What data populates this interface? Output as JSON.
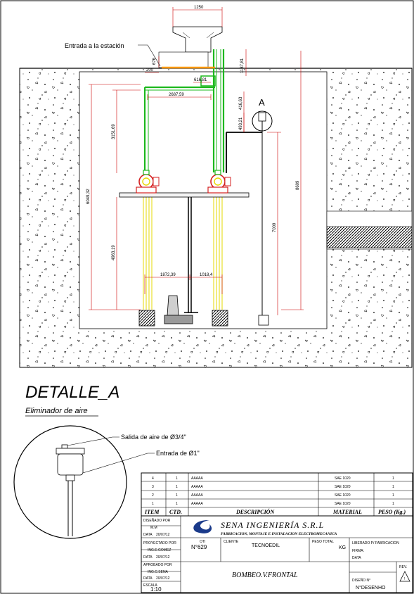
{
  "drawing": {
    "inlet_label": "Entrada a  la estación",
    "detail_marker": "A",
    "dimensions": {
      "top_width": "1250",
      "d_676": "676",
      "d_200": "200",
      "d_1137": "1137,81",
      "d_616": "616,81",
      "d_2687": "2687,59",
      "d_416": "416,63",
      "d_493": "493,21",
      "d_3151": "3151,69",
      "d_6049": "6049,32",
      "d_8609": "8609",
      "d_7009": "7009",
      "d_4963": "4963,19",
      "d_1872": "1872,39",
      "d_1018": "1018,4"
    }
  },
  "detail": {
    "title": "DETALLE_A",
    "subtitle": "Eliminador de aire",
    "outlet_label": "Salida de aire de Ø3/4\"",
    "inlet_label": "Entrada de Ø1\""
  },
  "bom": {
    "headers": {
      "item": "ITEM",
      "qty": "CTD.",
      "desc": "DESCRIPCIÓN",
      "material": "MATERIAL",
      "weight": "PESO (Kg.)"
    },
    "rows": [
      {
        "item": "4",
        "qty": "1",
        "desc": "AAAAA",
        "material": "SAE 1020",
        "weight": "1"
      },
      {
        "item": "3",
        "qty": "1",
        "desc": "AAAAA",
        "material": "SAE 1020",
        "weight": "1"
      },
      {
        "item": "2",
        "qty": "1",
        "desc": "AAAAA",
        "material": "SAE 1020",
        "weight": "1"
      },
      {
        "item": "1",
        "qty": "1",
        "desc": "AAAAA",
        "material": "SAE 1020",
        "weight": "1"
      }
    ]
  },
  "title_block": {
    "designed_by_label": "DISEÑADO POR",
    "designed_by": "M.M",
    "date_label1": "DATA",
    "date1": "20/07/12",
    "company": "SENA  INGENIERÍA  S.R.L",
    "company_sub": "FABRICACION, MONTAJE E INSTALACION ELECTROMECANICA",
    "project_label": "PROYECTADO POR",
    "project_by": "ING.E.GOMEZ",
    "date2": "20/07/12",
    "oti_label": "OTI",
    "oti": "N°629",
    "client_label": "CLIENTE",
    "client": "TECNOEDIL",
    "weight_label": "PESO TOTAL",
    "weight_unit": "KG",
    "release_label": "LIBERADO P/ FABRICACION",
    "sign_label": "FIRMA:",
    "date_label_r": "DATA",
    "approved_label": "APROBADO POR",
    "approved_by": "ING.C.SENA",
    "date3": "20/07/12",
    "scale_label": "ESCALA",
    "scale": "1:10",
    "drawing_title": "BOMBEO.V.FRONTAL",
    "drawing_no_label": "DISEÑO N°",
    "drawing_no": "N°DESENHO",
    "rev_label": "REV."
  },
  "colors": {
    "pipe_green": "#1db81d",
    "pipe_yellow": "#e6d800",
    "dim_red": "#cc0000",
    "pump_red": "#d42020",
    "inlet_orange": "#ff9900"
  }
}
